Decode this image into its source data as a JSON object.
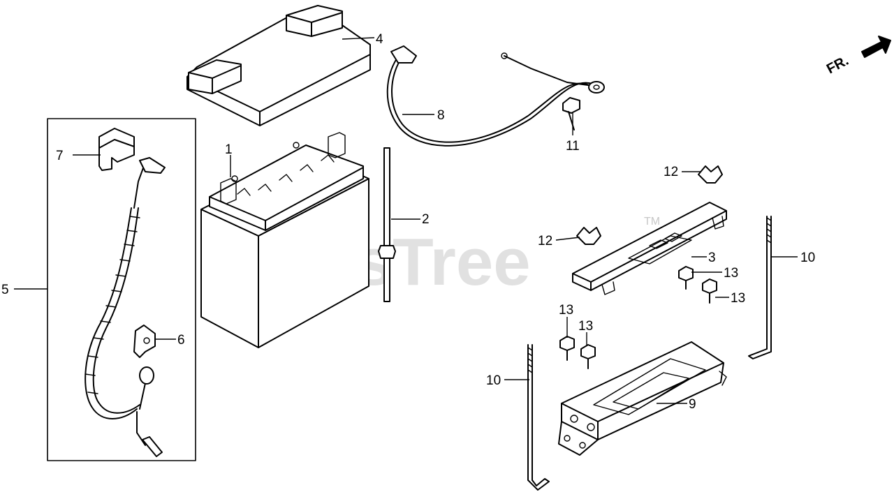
{
  "watermark": {
    "text": "PartsTree",
    "tm": "TM"
  },
  "direction": {
    "label": "FR."
  },
  "callouts": [
    {
      "id": "callout-1",
      "text": "1"
    },
    {
      "id": "callout-2",
      "text": "2"
    },
    {
      "id": "callout-3",
      "text": "3"
    },
    {
      "id": "callout-4",
      "text": "4"
    },
    {
      "id": "callout-5",
      "text": "5"
    },
    {
      "id": "callout-6",
      "text": "6"
    },
    {
      "id": "callout-7",
      "text": "7"
    },
    {
      "id": "callout-8",
      "text": "8"
    },
    {
      "id": "callout-9",
      "text": "9"
    },
    {
      "id": "callout-10a",
      "text": "10"
    },
    {
      "id": "callout-10b",
      "text": "10"
    },
    {
      "id": "callout-11",
      "text": "11"
    },
    {
      "id": "callout-12a",
      "text": "12"
    },
    {
      "id": "callout-12b",
      "text": "12"
    },
    {
      "id": "callout-13a",
      "text": "13"
    },
    {
      "id": "callout-13b",
      "text": "13"
    },
    {
      "id": "callout-13c",
      "text": "13"
    },
    {
      "id": "callout-13d",
      "text": "13"
    }
  ]
}
